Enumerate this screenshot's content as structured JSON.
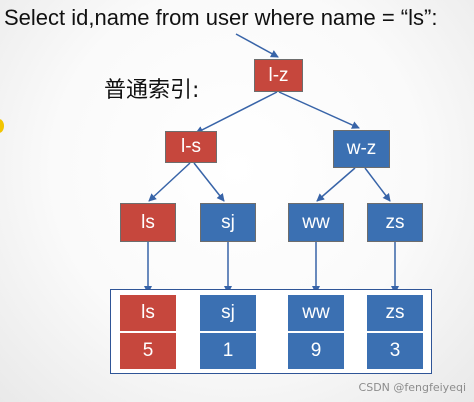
{
  "query": "Select id,name from user where name = “ls”:",
  "index_label": "普通索引:",
  "root": "l-z",
  "level2": [
    {
      "label": "l-s",
      "color": "red"
    },
    {
      "label": "w-z",
      "color": "blue"
    }
  ],
  "level3": [
    {
      "label": "ls",
      "color": "red"
    },
    {
      "label": "sj",
      "color": "blue"
    },
    {
      "label": "ww",
      "color": "blue"
    },
    {
      "label": "zs",
      "color": "blue"
    }
  ],
  "leaves": [
    {
      "name": "ls",
      "id": "5",
      "color": "red"
    },
    {
      "name": "sj",
      "id": "1",
      "color": "blue"
    },
    {
      "name": "ww",
      "id": "9",
      "color": "blue"
    },
    {
      "name": "zs",
      "id": "3",
      "color": "blue"
    }
  ],
  "watermark": "CSDN @fengfeiyeqi",
  "colors": {
    "red": "#c6473d",
    "blue": "#3b70b2",
    "arrow": "#3864a8",
    "frame": "#2f5597"
  }
}
